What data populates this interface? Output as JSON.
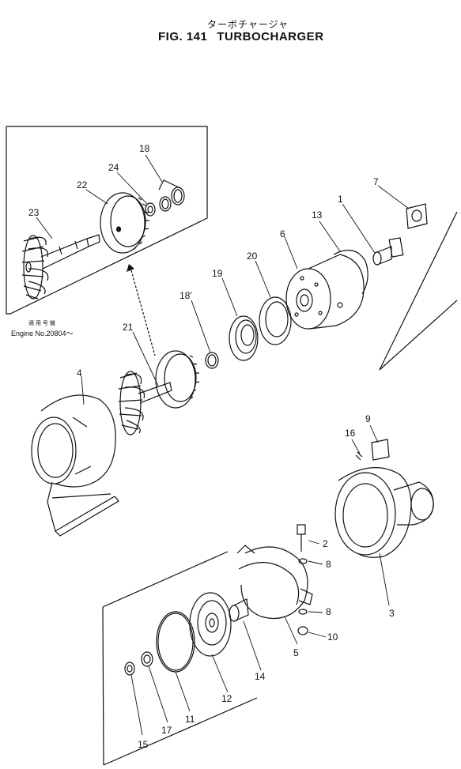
{
  "header": {
    "title_jp": "ターボチャージャ",
    "fig_label": "FIG. 141",
    "title": "TURBOCHARGER"
  },
  "engine_note": {
    "jp": "適 用 号 機",
    "serial": "Engine No.20804～"
  },
  "callouts": [
    {
      "id": "c1",
      "text": "1"
    },
    {
      "id": "c2",
      "text": "2"
    },
    {
      "id": "c3",
      "text": "3"
    },
    {
      "id": "c4",
      "text": "4"
    },
    {
      "id": "c5",
      "text": "5"
    },
    {
      "id": "c6",
      "text": "6"
    },
    {
      "id": "c7",
      "text": "7"
    },
    {
      "id": "c8a",
      "text": "8"
    },
    {
      "id": "c8b",
      "text": "8"
    },
    {
      "id": "c9",
      "text": "9"
    },
    {
      "id": "c10",
      "text": "10"
    },
    {
      "id": "c11",
      "text": "11"
    },
    {
      "id": "c12",
      "text": "12"
    },
    {
      "id": "c13",
      "text": "13"
    },
    {
      "id": "c14",
      "text": "14"
    },
    {
      "id": "c15",
      "text": "15"
    },
    {
      "id": "c16",
      "text": "16"
    },
    {
      "id": "c17",
      "text": "17"
    },
    {
      "id": "c18",
      "text": "18"
    },
    {
      "id": "c18b",
      "text": "18'"
    },
    {
      "id": "c19",
      "text": "19"
    },
    {
      "id": "c20",
      "text": "20"
    },
    {
      "id": "c21",
      "text": "21"
    },
    {
      "id": "c22",
      "text": "22"
    },
    {
      "id": "c23",
      "text": "23"
    },
    {
      "id": "c24",
      "text": "24"
    }
  ]
}
